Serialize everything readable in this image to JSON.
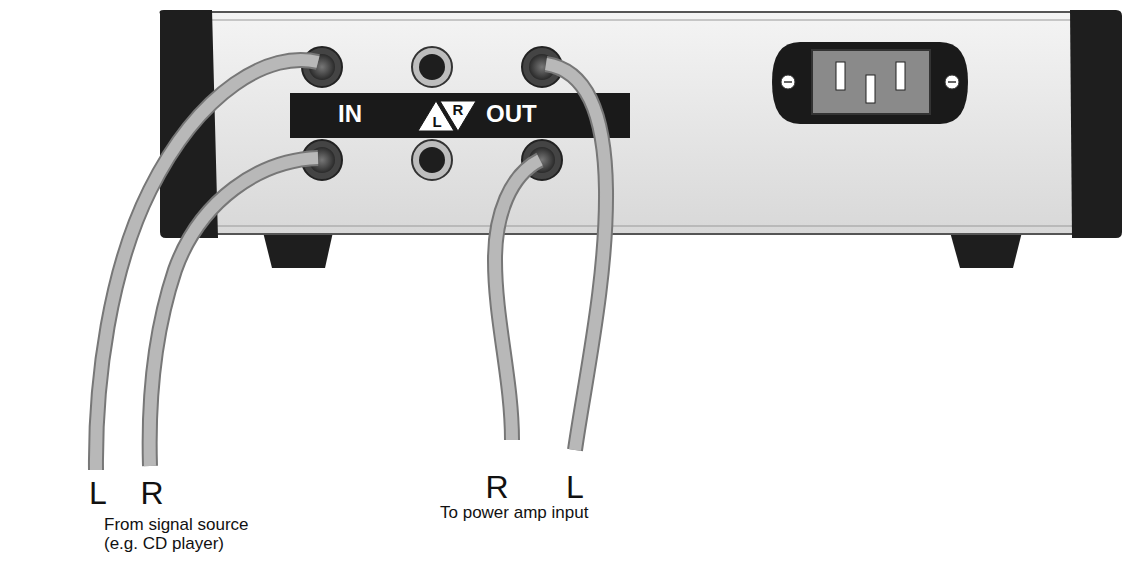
{
  "diagram": {
    "labels": [
      "IN",
      "L",
      "R",
      "OUT",
      "L",
      "R",
      "From signal source (e.g. CD player)",
      "R",
      "L",
      "To power amp input"
    ]
  }
}
